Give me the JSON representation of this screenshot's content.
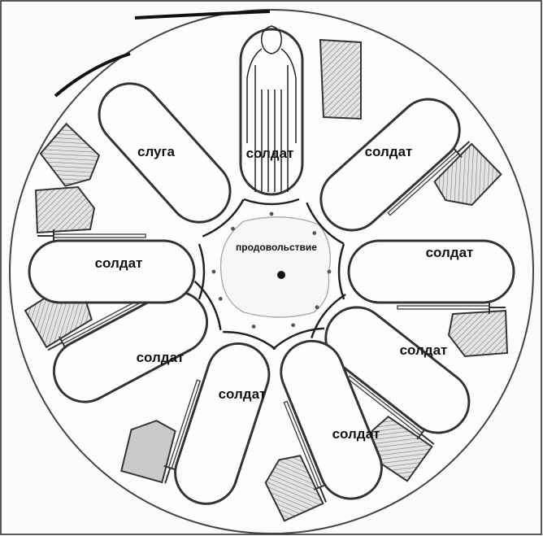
{
  "center": {
    "label": "продовольствие"
  },
  "beds": [
    {
      "label": "солдат"
    },
    {
      "label": "солдат"
    },
    {
      "label": "солдат"
    },
    {
      "label": "солдат"
    },
    {
      "label": "солдат"
    },
    {
      "label": "солдат"
    },
    {
      "label": "солдат"
    },
    {
      "label": "солдат"
    },
    {
      "label": "слуга"
    }
  ]
}
